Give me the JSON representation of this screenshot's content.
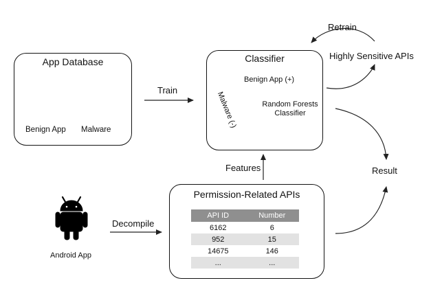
{
  "app_database": {
    "title": "App Database",
    "benign_label": "Benign App",
    "malware_label": "Malware"
  },
  "classifier": {
    "title": "Classifier",
    "benign_region": "Benign App (+)",
    "malware_region": "Malware (-)",
    "model_label": "Random Forests Classifier"
  },
  "edges": {
    "train": "Train",
    "retrain": "Retrain",
    "features": "Features",
    "decompile": "Decompile"
  },
  "nodes": {
    "highly_sensitive": "Highly Sensitive APIs",
    "result": "Result",
    "android_app": "Android App"
  },
  "permission_apis": {
    "title": "Permission-Related APIs",
    "columns": [
      "API ID",
      "Number"
    ],
    "rows": [
      [
        "6162",
        "6"
      ],
      [
        "952",
        "15"
      ],
      [
        "14675",
        "146"
      ],
      [
        "...",
        "..."
      ]
    ]
  },
  "colors": {
    "benign_robot": "#99c93f",
    "malware_robot": "#e21f1f",
    "android_robot": "#000000",
    "table_header": "#8f8f8f",
    "table_stripe": "#e2e2e2"
  },
  "icons": [
    "android-robot-icon"
  ]
}
